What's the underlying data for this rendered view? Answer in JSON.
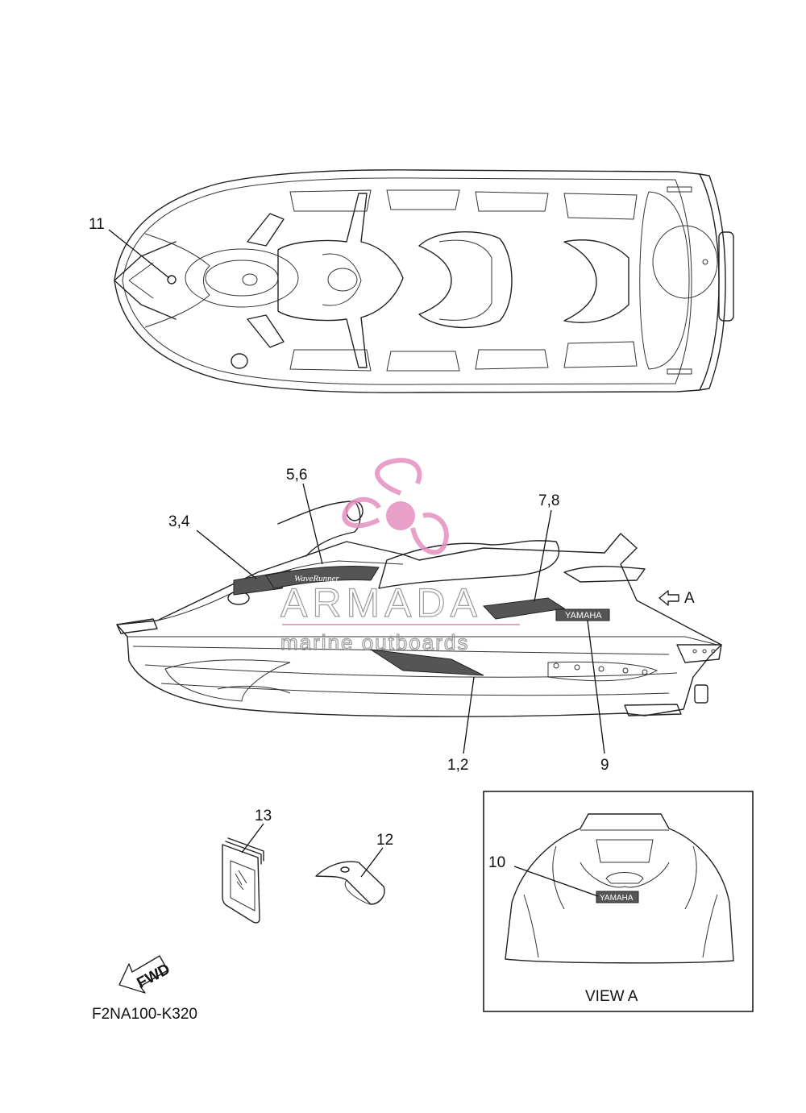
{
  "diagram": {
    "part_code": "F2NA100-K320",
    "view_label": "VIEW A",
    "view_arrow_label": "A",
    "fwd_label": "FWD",
    "callouts": [
      {
        "id": "c11",
        "label": "11"
      },
      {
        "id": "c56",
        "label": "5,6"
      },
      {
        "id": "c34",
        "label": "3,4"
      },
      {
        "id": "c78",
        "label": "7,8"
      },
      {
        "id": "c12",
        "label": "1,2"
      },
      {
        "id": "c9",
        "label": "9"
      },
      {
        "id": "c13",
        "label": "13"
      },
      {
        "id": "c12b",
        "label": "12"
      },
      {
        "id": "c10",
        "label": "10"
      }
    ],
    "decals": {
      "brand": "YAMAHA",
      "model": "WaveRunner"
    }
  },
  "watermark": {
    "brand": "ARMADA",
    "tagline": "marine outboards",
    "color": "#e58fbf"
  }
}
